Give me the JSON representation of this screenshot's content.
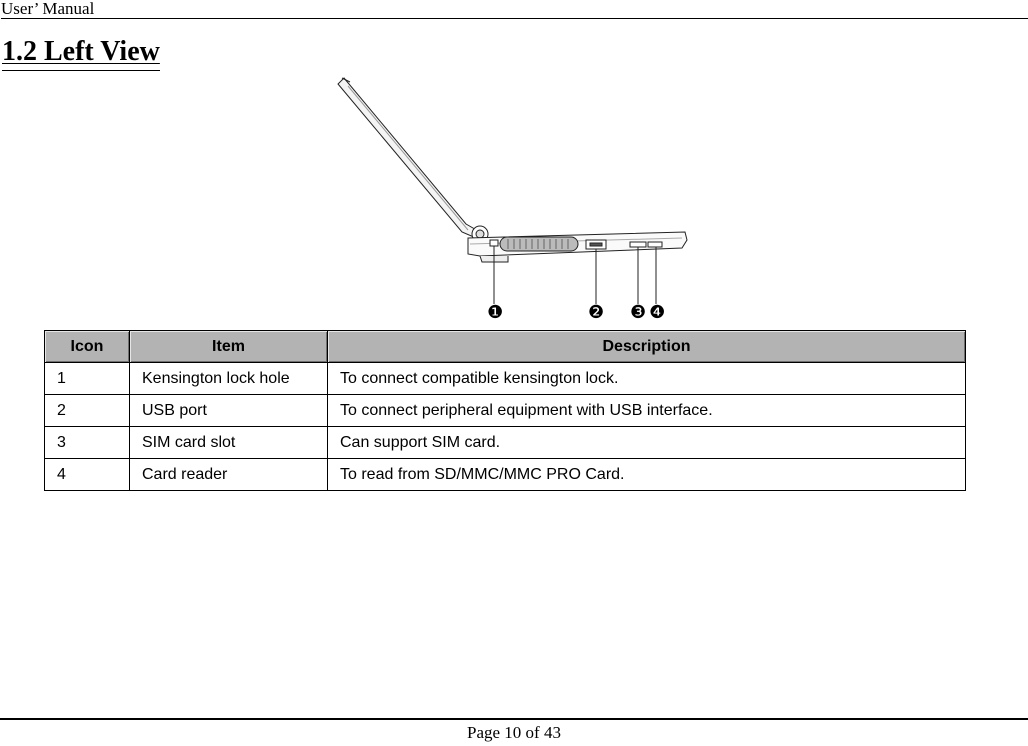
{
  "header": {
    "text": "User’ Manual"
  },
  "section": {
    "title": "1.2 Left View"
  },
  "figure": {
    "callouts": [
      "❶",
      "❷",
      "❸",
      "❹"
    ]
  },
  "table": {
    "columns": [
      "Icon",
      "Item",
      "Description"
    ],
    "rows": [
      {
        "icon": "1",
        "item": "Kensington lock hole",
        "description": "To connect compatible kensington lock."
      },
      {
        "icon": "2",
        "item": "USB port",
        "description": "To connect peripheral equipment with USB interface."
      },
      {
        "icon": "3",
        "item": "SIM card slot",
        "description": "Can support SIM card."
      },
      {
        "icon": "4",
        "item": "Card reader",
        "description": "To read from SD/MMC/MMC PRO Card."
      }
    ]
  },
  "footer": {
    "text": "Page 10 of 43"
  }
}
